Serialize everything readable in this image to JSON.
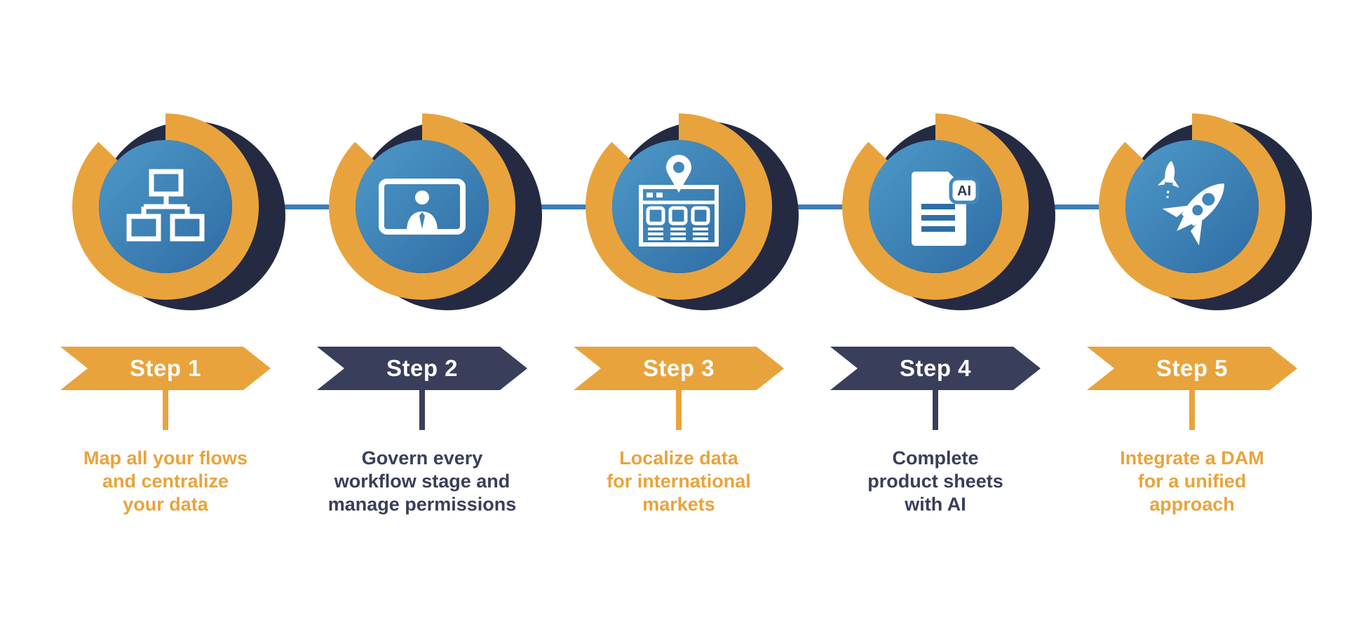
{
  "colors": {
    "orange": "#E9A33C",
    "navy": "#393E5B",
    "circle_shadow_navy": "#252A43",
    "circle_blue_light": "#4E9AC9",
    "circle_blue_dark": "#2E6BA3",
    "connector_blue": "#3C7DBD",
    "icon_white": "#FFFFFF"
  },
  "steps": [
    {
      "label": "Step 1",
      "theme": "orange",
      "icon": "sitemap-icon",
      "description": "Map all your flows\nand centralize\nyour data"
    },
    {
      "label": "Step 2",
      "theme": "navy",
      "icon": "presenter-screen-icon",
      "description": "Govern every\nworkflow stage and\nmanage permissions"
    },
    {
      "label": "Step 3",
      "theme": "orange",
      "icon": "map-pin-browser-icon",
      "description": "Localize data\nfor international\nmarkets"
    },
    {
      "label": "Step 4",
      "theme": "navy",
      "icon": "ai-document-icon",
      "icon_badge_label": "AI",
      "description": "Complete\nproduct sheets\nwith AI"
    },
    {
      "label": "Step 5",
      "theme": "orange",
      "icon": "rocket-icon",
      "description": "Integrate a DAM\nfor a unified\napproach"
    }
  ]
}
